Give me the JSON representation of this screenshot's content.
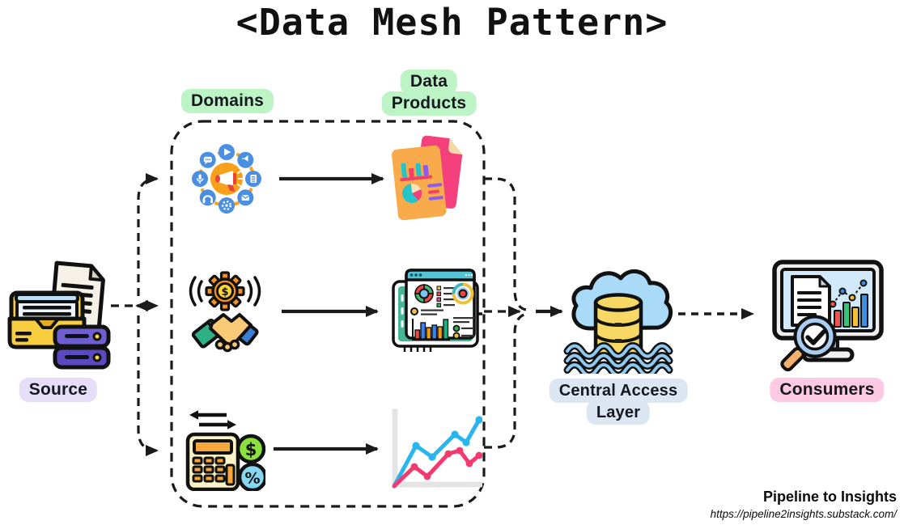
{
  "title": "<Data Mesh Pattern>",
  "labels": {
    "domains": "Domains",
    "data_products": [
      "Data",
      "Products"
    ],
    "source": "Source",
    "central_access": [
      "Central Access",
      "Layer"
    ],
    "consumers": "Consumers"
  },
  "footer": {
    "brand": "Pipeline to Insights",
    "url": "https://pipeline2insights.substack.com/"
  },
  "icon_glyphs": {
    "gear_dollar": "$",
    "dollar": "$",
    "percent": "%"
  },
  "icons": {
    "source": "folder-documents-database-icon",
    "domain_marketing": "megaphone-social-network-icon",
    "domain_sales": "handshake-dollar-gear-icon",
    "domain_finance": "calculator-exchange-icon",
    "product_report": "charts-document-icon",
    "product_dashboard": "analytics-dashboard-icon",
    "product_trend": "line-chart-icon",
    "central_access": "cloud-database-waves-icon",
    "consumers": "monitor-magnifier-icon"
  },
  "colors": {
    "domains_label_bg": "#bdf4c6",
    "data_products_label_bg": "#bdf4c6",
    "source_label_bg": "#e6def9",
    "central_label_bg": "#dbe6f2",
    "consumers_label_bg": "#fec9e3",
    "connector": "#1b1b1b",
    "trend_blue": "#29b5ef",
    "trend_pink": "#f23a71"
  }
}
